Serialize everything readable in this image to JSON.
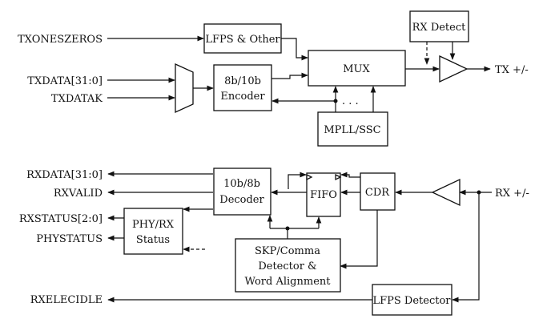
{
  "tx": {
    "signals": {
      "txoneszeros": "TXONESZEROS",
      "txdata": "TXDATA[31:0]",
      "txdatak": "TXDATAK",
      "tx_out": "TX +/-"
    },
    "blocks": {
      "lfps_other": "LFPS & Other",
      "encoder_line1": "8b/10b",
      "encoder_line2": "Encoder",
      "mux": "MUX",
      "rx_detect": "RX Detect",
      "mpll": "MPLL/SSC"
    },
    "ellipsis": ". . ."
  },
  "rx": {
    "signals": {
      "rxdata": "RXDATA[31:0]",
      "rxvalid": "RXVALID",
      "rxstatus": "RXSTATUS[2:0]",
      "phystatus": "PHYSTATUS",
      "rxelecidle": "RXELECIDLE",
      "rx_in": "RX +/-"
    },
    "blocks": {
      "decoder_line1": "10b/8b",
      "decoder_line2": "Decoder",
      "fifo": "FIFO",
      "cdr": "CDR",
      "phy_rx_line1": "PHY/RX",
      "phy_rx_line2": "Status",
      "skp_line1": "SKP/Comma",
      "skp_line2": "Detector &",
      "skp_line3": "Word Alignment",
      "lfps_detector": "LFPS Detector"
    }
  }
}
